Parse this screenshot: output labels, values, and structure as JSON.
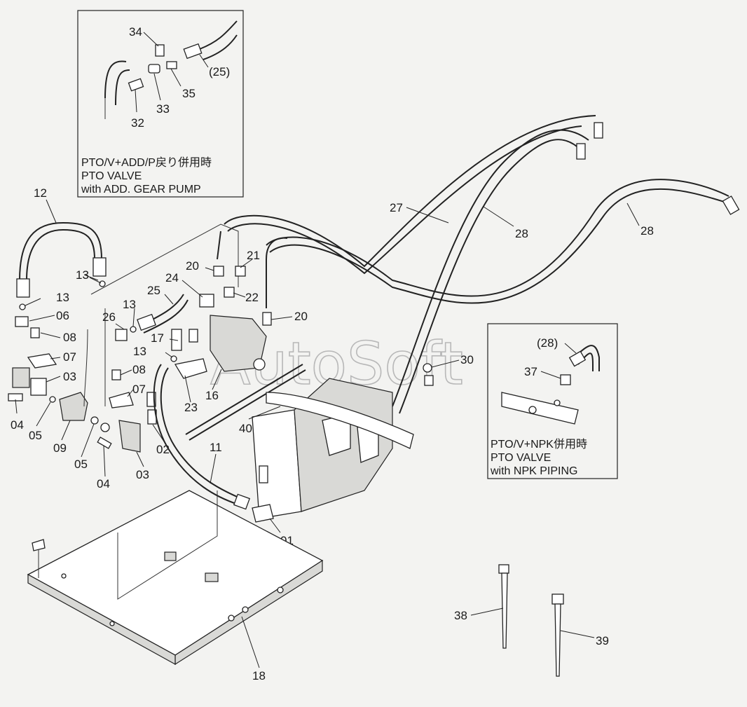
{
  "watermark": "AutoSoft",
  "callouts": [
    {
      "id": "c34",
      "text": "34"
    },
    {
      "id": "c25a",
      "text": "(25)"
    },
    {
      "id": "c35",
      "text": "35"
    },
    {
      "id": "c33",
      "text": "33"
    },
    {
      "id": "c32",
      "text": "32"
    },
    {
      "id": "c12",
      "text": "12"
    },
    {
      "id": "c27",
      "text": "27"
    },
    {
      "id": "c28a",
      "text": "28"
    },
    {
      "id": "c28b",
      "text": "28"
    },
    {
      "id": "c13a",
      "text": "13"
    },
    {
      "id": "c13b",
      "text": "13"
    },
    {
      "id": "c06",
      "text": "06"
    },
    {
      "id": "c08a",
      "text": "08"
    },
    {
      "id": "c07a",
      "text": "07"
    },
    {
      "id": "c03a",
      "text": "03"
    },
    {
      "id": "c04a",
      "text": "04"
    },
    {
      "id": "c05a",
      "text": "05"
    },
    {
      "id": "c09",
      "text": "09"
    },
    {
      "id": "c05b",
      "text": "05"
    },
    {
      "id": "c04b",
      "text": "04"
    },
    {
      "id": "c03b",
      "text": "03"
    },
    {
      "id": "c02",
      "text": "02"
    },
    {
      "id": "c07b",
      "text": "07"
    },
    {
      "id": "c08b",
      "text": "08"
    },
    {
      "id": "c13c",
      "text": "13"
    },
    {
      "id": "c26",
      "text": "26"
    },
    {
      "id": "c13d",
      "text": "13"
    },
    {
      "id": "c25b",
      "text": "25"
    },
    {
      "id": "c24",
      "text": "24"
    },
    {
      "id": "c20a",
      "text": "20"
    },
    {
      "id": "c21",
      "text": "21"
    },
    {
      "id": "c22",
      "text": "22"
    },
    {
      "id": "c20b",
      "text": "20"
    },
    {
      "id": "c17",
      "text": "17"
    },
    {
      "id": "c23",
      "text": "23"
    },
    {
      "id": "c16",
      "text": "16"
    },
    {
      "id": "c40",
      "text": "40"
    },
    {
      "id": "c30",
      "text": "30"
    },
    {
      "id": "c11",
      "text": "11"
    },
    {
      "id": "c01",
      "text": "01"
    },
    {
      "id": "c18",
      "text": "18"
    },
    {
      "id": "c28c",
      "text": "(28)"
    },
    {
      "id": "c37",
      "text": "37"
    },
    {
      "id": "c38",
      "text": "38"
    },
    {
      "id": "c39",
      "text": "39"
    }
  ],
  "inset_top": {
    "line1": "PTO/V+ADD/P戻り併用時",
    "line2": "PTO  VALVE",
    "line3": "with  ADD.  GEAR  PUMP"
  },
  "inset_right": {
    "line1": "PTO/V+NPK併用時",
    "line2": "PTO  VALVE",
    "line3": "with  NPK  PIPING"
  }
}
